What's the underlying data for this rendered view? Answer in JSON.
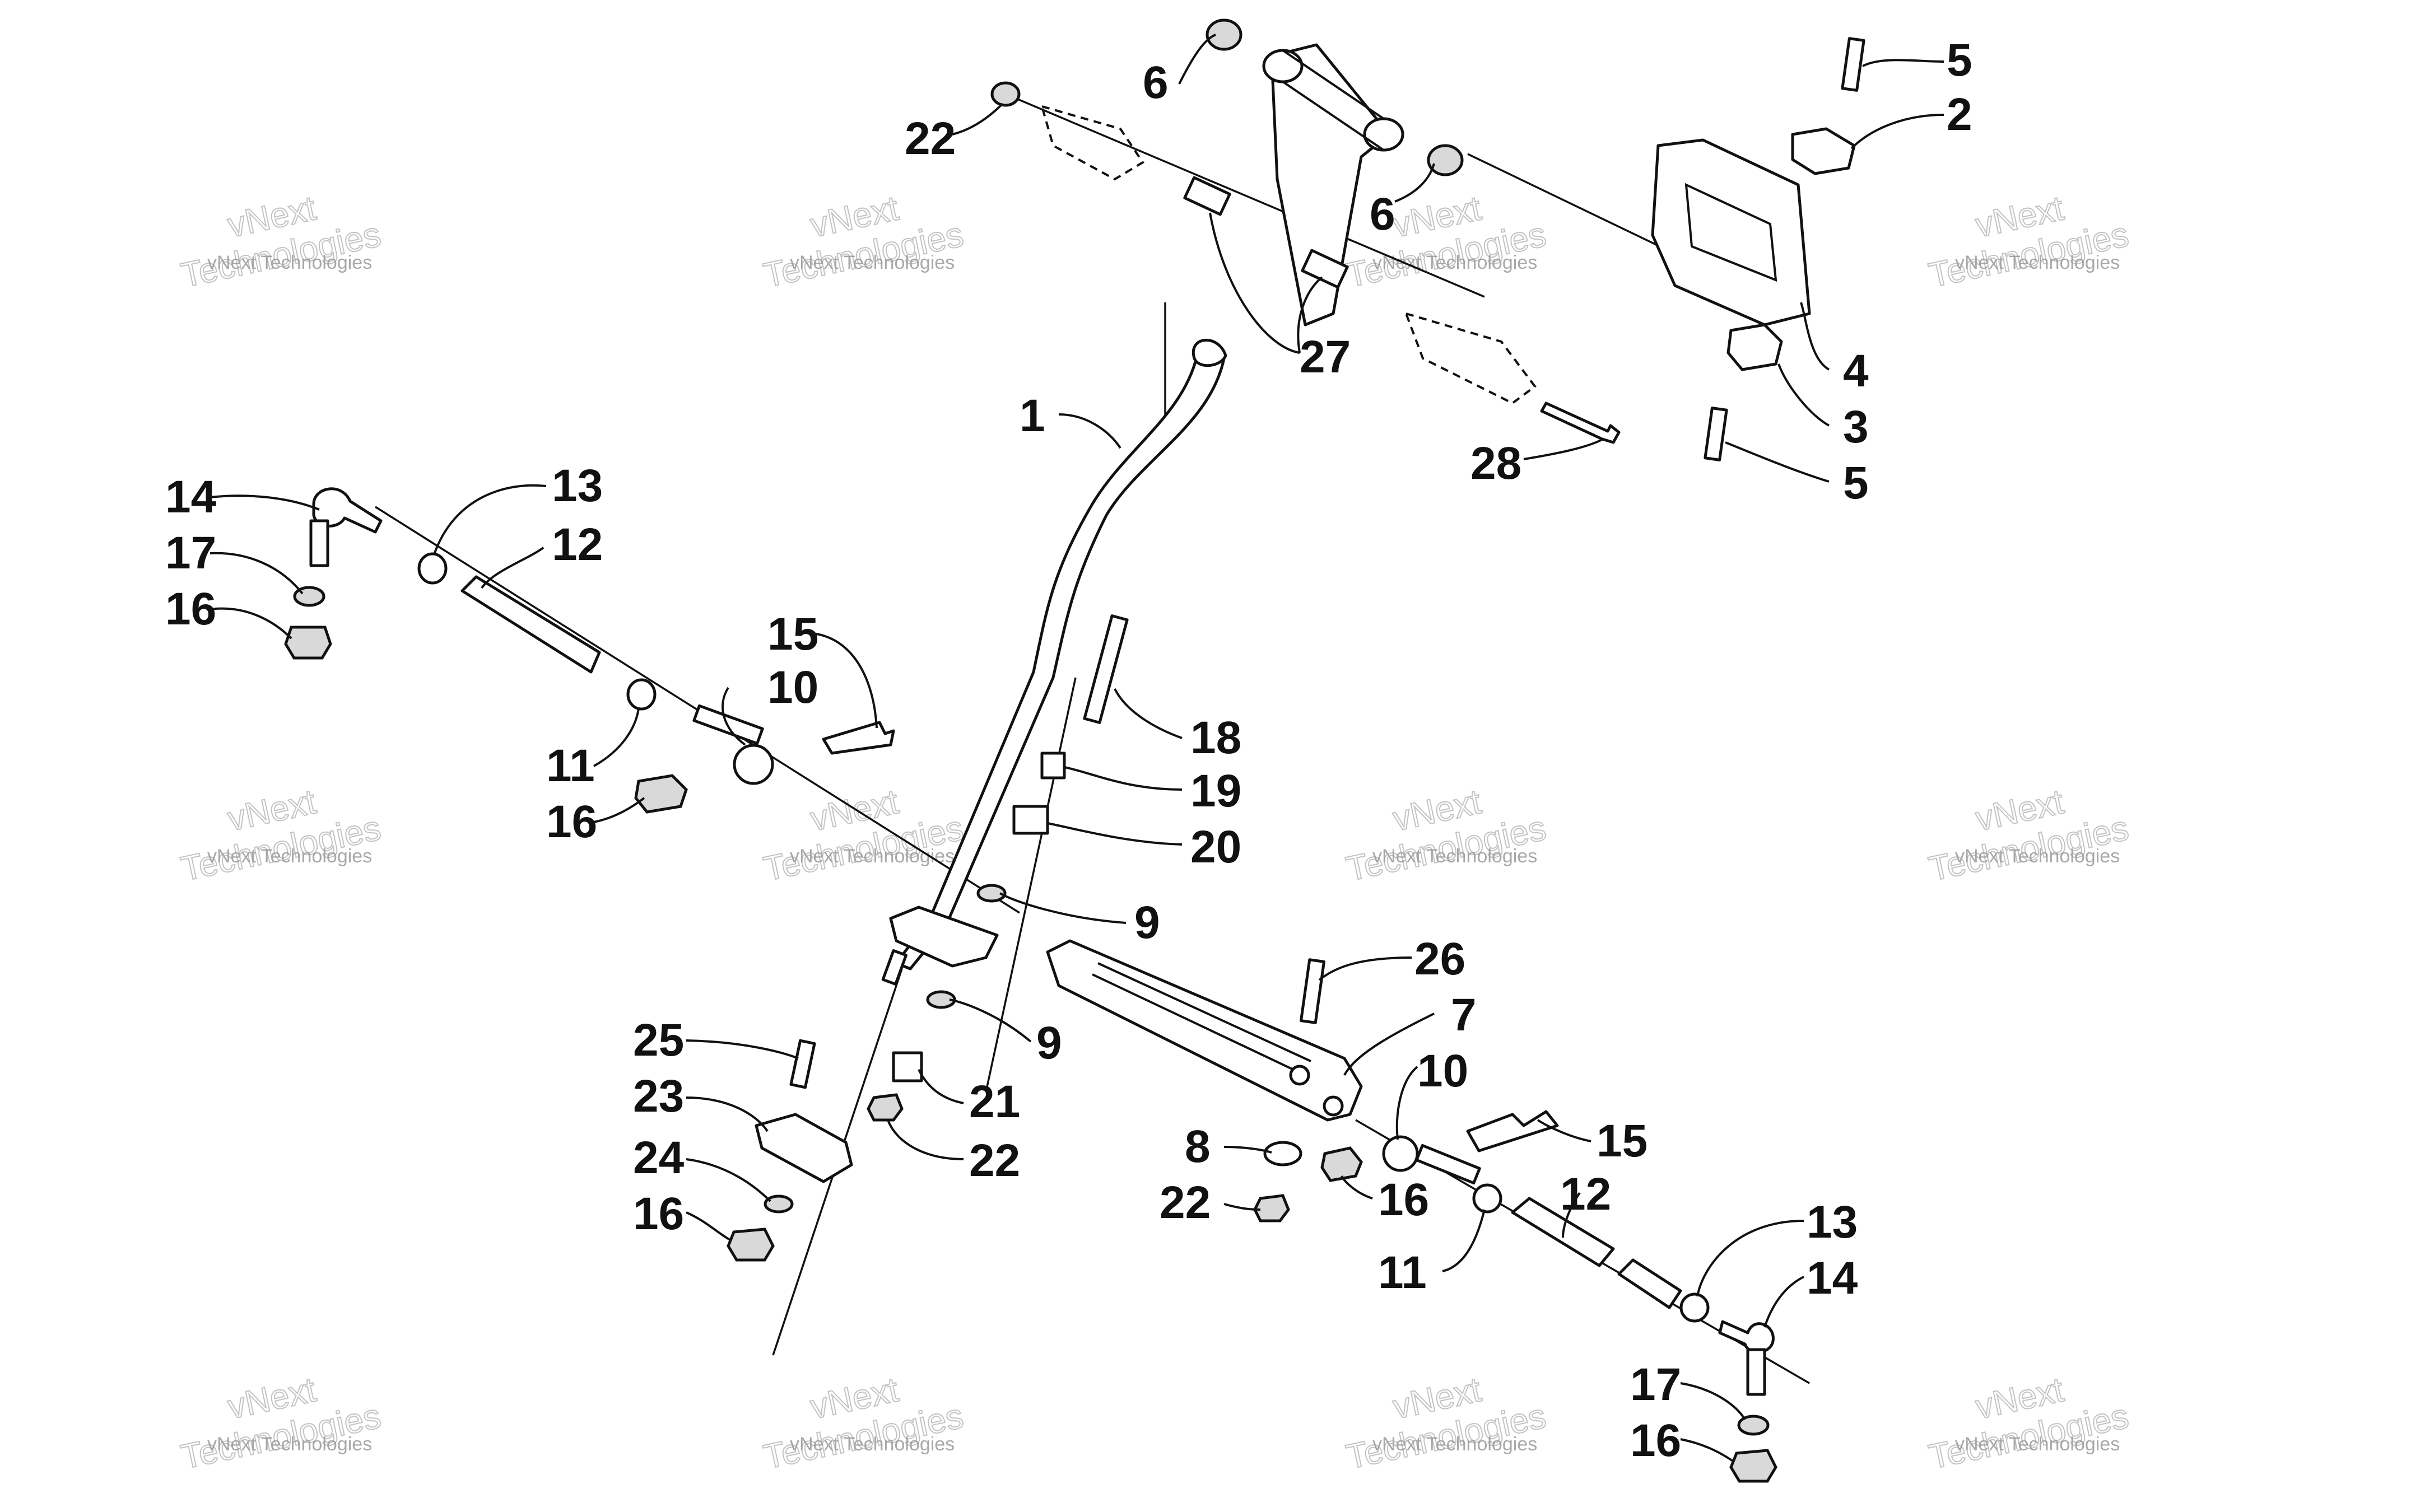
{
  "watermark": {
    "line_small": "vNext Technologies",
    "line_large_1": "vNext",
    "line_large_2": "Technologies"
  },
  "callouts": {
    "c1": "1",
    "c2": "2",
    "c3": "3",
    "c4": "4",
    "c5a": "5",
    "c5b": "5",
    "c6a": "6",
    "c6b": "6",
    "c7": "7",
    "c8": "8",
    "c9a": "9",
    "c9b": "9",
    "c10a": "10",
    "c10b": "10",
    "c11a": "11",
    "c11b": "11",
    "c12a": "12",
    "c12b": "12",
    "c13a": "13",
    "c13b": "13",
    "c14a": "14",
    "c14b": "14",
    "c15a": "15",
    "c15b": "15",
    "c16a": "16",
    "c16b": "16",
    "c16c": "16",
    "c16d": "16",
    "c16e": "16",
    "c17a": "17",
    "c17b": "17",
    "c18": "18",
    "c19": "19",
    "c20": "20",
    "c21": "21",
    "c22a": "22",
    "c22b": "22",
    "c22c": "22",
    "c23": "23",
    "c24": "24",
    "c25": "25",
    "c26": "26",
    "c27": "27",
    "c28": "28"
  }
}
